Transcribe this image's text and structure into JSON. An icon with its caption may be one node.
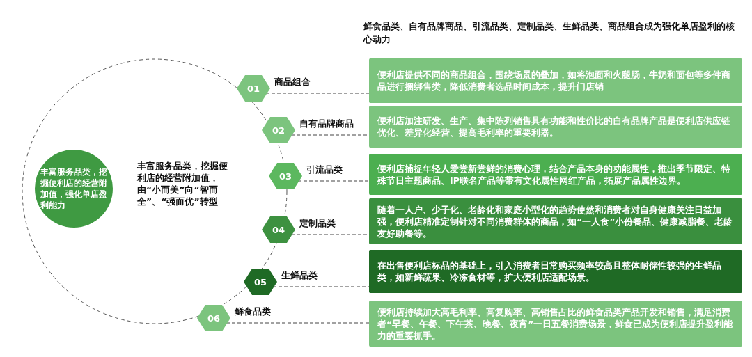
{
  "diagram": {
    "title": "鲜食品类、自有品牌商品、引流品类、定制品类、生鲜品类、商品组合成为强化单店盈利的核心动力",
    "nodes": [
      {
        "text": [
          "丰富服务品类，挖掘便利店的经营附加值，强化单店盈利能力"
        ]
      },
      {
        "text": [
          "01"
        ],
        "beside": [
          "商品组合"
        ]
      },
      {
        "text": [
          "02"
        ],
        "beside": [
          "自有品牌商品"
        ]
      },
      {
        "text": [
          "03"
        ],
        "beside": [
          "引流品类"
        ]
      },
      {
        "text": [
          "04"
        ],
        "beside": [
          "定制品类"
        ]
      },
      {
        "text": [
          "05"
        ],
        "beside": [
          "生鲜品类"
        ]
      },
      {
        "text": [
          "06"
        ],
        "beside": [
          "鲜食品类"
        ]
      },
      {
        "text": [
          "便利店提供不同的商品组合，围绕场景的叠加，如将泡面和火腿肠，牛奶和面包等多件商品进行捆绑售类，降低消费者选品时间成本，提升门店销"
        ]
      },
      {
        "text": [
          "便利店加注研发、生产、集中陈列销售具有功能和性价比的自有品牌产品是便利店供应链优化、差异化经营、提高毛利率的重要利器。"
        ]
      },
      {
        "text": [
          "便利店捕捉年轻人爱尝新尝鲜的消费心理，结合产品本身的功能属性，推出季节限定、特殊节日主题商品、IP联名产品等带有文化属性网红产品，拓展产品属性边界。"
        ]
      },
      {
        "text": [
          "随着一人户、少子化、老龄化和家庭小型化的趋势使然和消费者对自身健康关注日益加强，便利店精准定制针对不同消费群体的商品，如“一人食”小份餐品、健康减脂餐、老龄友好助餐等。"
        ]
      },
      {
        "text": [
          "在出售便利店标品的基础上，引入消费者日常购买频率较高且整体耐储性较强的生鲜品类，如新鲜蔬果、冷冻食材等，扩大便利店适配场景。"
        ]
      },
      {
        "text": [
          "便利店持续加大高毛利率、高复购率、高销售占比的鲜食品类产品开发和销售，满足消费者“早餐、午餐、下午茶、晚餐、夜宵”一日五餐消费场景，鲜食已成为便利店提升盈利能力的重要抓手。"
        ]
      }
    ],
    "edges": [
      {
        "from": 1,
        "to": 7,
        "arrow": "none",
        "style": "dashed"
      },
      {
        "from": 2,
        "to": 8,
        "arrow": "none",
        "style": "dashed"
      },
      {
        "from": 3,
        "to": 9,
        "arrow": "none",
        "style": "dashed"
      },
      {
        "from": 4,
        "to": 10,
        "arrow": "none",
        "style": "dashed"
      },
      {
        "from": 5,
        "to": 11,
        "arrow": "none",
        "style": "dashed"
      },
      {
        "from": 6,
        "to": 12,
        "arrow": "none",
        "style": "dashed"
      }
    ],
    "labels": [
      "丰富服务品类，挖掘便利店的经营附加值，由“小而美”向“智而全”、“强而优”转型"
    ]
  }
}
